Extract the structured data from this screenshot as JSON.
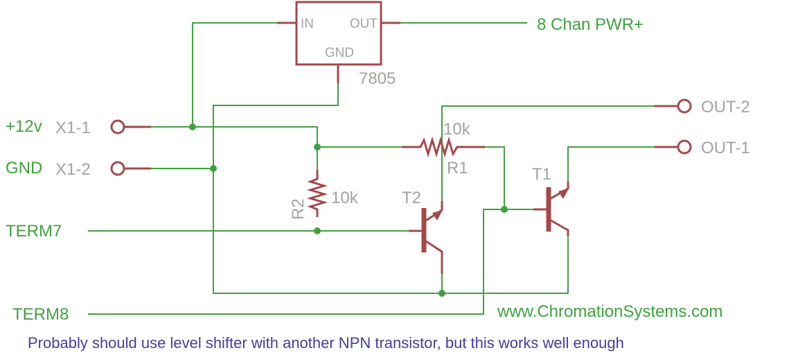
{
  "regulator": {
    "pin_in": "IN",
    "pin_out": "OUT",
    "pin_gnd": "GND",
    "part_value": "7805"
  },
  "net_labels": {
    "pwr_out": "8 Chan PWR+",
    "plus12": "+12v",
    "gnd": "GND",
    "term7": "TERM7",
    "term8": "TERM8"
  },
  "connectors": {
    "x1_1": "X1-1",
    "x1_2": "X1-2",
    "out_2": "OUT-2",
    "out_1": "OUT-1"
  },
  "components": {
    "r1_name": "R1",
    "r1_value": "10k",
    "r2_name": "R2",
    "r2_value": "10k",
    "t1_name": "T1",
    "t2_name": "T2"
  },
  "website": "www.ChromationSystems.com",
  "note": "Probably should use level shifter with another NPN transistor, but this works well enough",
  "colors": {
    "wire": "#3fa23f",
    "component": "#a4484c",
    "label_gray": "#a3a3a3",
    "note": "#3f3fa0"
  }
}
